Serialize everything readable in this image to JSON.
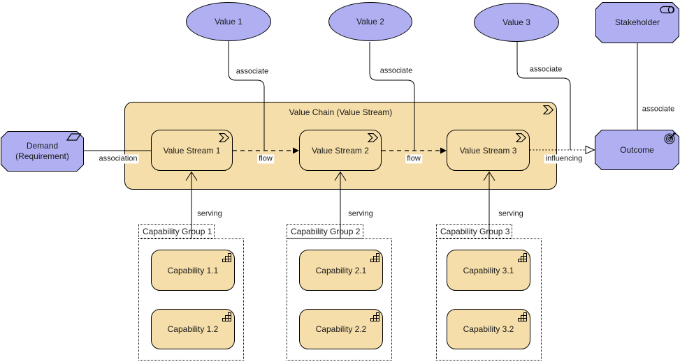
{
  "colors": {
    "canvas": "#ffffff",
    "purple": "#afaff2",
    "tan": "#f5dea9",
    "stroke": "#000000",
    "text": "#1a1a1a"
  },
  "nodes": {
    "values": [
      "Value 1",
      "Value 2",
      "Value 3"
    ],
    "stakeholder": "Stakeholder",
    "demand_line1": "Demand",
    "demand_line2": "(Requirement)",
    "outcome": "Outcome",
    "value_chain": "Value Chain (Value Stream)",
    "value_streams": [
      "Value Stream 1",
      "Value Stream 2",
      "Value Stream 3"
    ],
    "capability_groups": [
      {
        "label": "Capability Group 1",
        "capabilities": [
          "Capability 1.1",
          "Capability 1.2"
        ]
      },
      {
        "label": "Capability Group 2",
        "capabilities": [
          "Capability 2.1",
          "Capability 2.2"
        ]
      },
      {
        "label": "Capability Group 3",
        "capabilities": [
          "Capability 3.1",
          "Capability 3.2"
        ]
      }
    ]
  },
  "edges": {
    "association": "association",
    "flow": "flow",
    "influencing": "influencing",
    "serving": "serving",
    "associate": "associate"
  },
  "icons": {
    "value_stream": "chevron-icon",
    "capability": "grid-steps-icon",
    "requirement": "parallelogram-icon",
    "stakeholder": "role-cylinder-icon",
    "outcome": "target-arrow-icon"
  }
}
